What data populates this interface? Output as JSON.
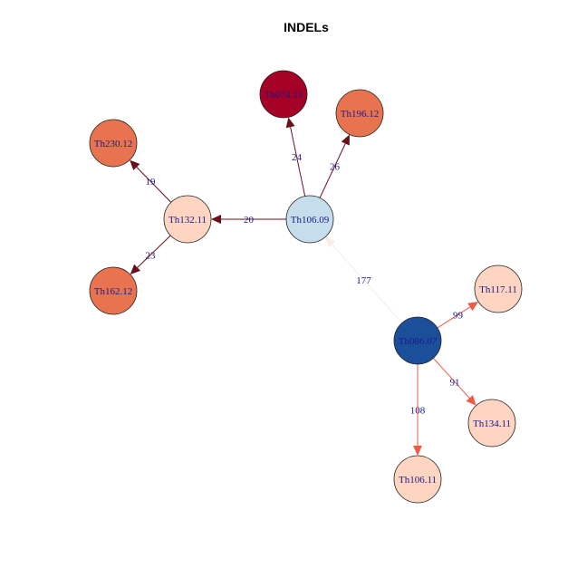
{
  "title": "INDELs",
  "nodes": [
    {
      "id": "Th074.13",
      "label": "Th074.13",
      "color": "#a50026"
    },
    {
      "id": "Th196.12",
      "label": "Th196.12",
      "color": "#e8734f"
    },
    {
      "id": "Th230.12",
      "label": "Th230.12",
      "color": "#e8734f"
    },
    {
      "id": "Th132.11",
      "label": "Th132.11",
      "color": "#fdd5c0"
    },
    {
      "id": "Th106.09",
      "label": "Th106.09",
      "color": "#c6ddec"
    },
    {
      "id": "Th162.12",
      "label": "Th162.12",
      "color": "#e8734f"
    },
    {
      "id": "Th117.11",
      "label": "Th117.11",
      "color": "#fdd5c0"
    },
    {
      "id": "Th086.07",
      "label": "Th086.07",
      "color": "#1b4f99"
    },
    {
      "id": "Th134.11",
      "label": "Th134.11",
      "color": "#fdd5c0"
    },
    {
      "id": "Th106.11",
      "label": "Th106.11",
      "color": "#fdd5c0"
    }
  ],
  "edges": [
    {
      "from": "Th106.09",
      "to": "Th074.13",
      "label": "24",
      "color": "#6b0f1a"
    },
    {
      "from": "Th106.09",
      "to": "Th196.12",
      "label": "26",
      "color": "#6b0f1a"
    },
    {
      "from": "Th106.09",
      "to": "Th132.11",
      "label": "20",
      "color": "#6b0f1a"
    },
    {
      "from": "Th132.11",
      "to": "Th230.12",
      "label": "19",
      "color": "#6b0f1a"
    },
    {
      "from": "Th132.11",
      "to": "Th162.12",
      "label": "23",
      "color": "#6b0f1a"
    },
    {
      "from": "Th086.07",
      "to": "Th106.09",
      "label": "177",
      "color": "#fbeaea"
    },
    {
      "from": "Th086.07",
      "to": "Th117.11",
      "label": "99",
      "color": "#ef5a45"
    },
    {
      "from": "Th086.07",
      "to": "Th134.11",
      "label": "91",
      "color": "#ef5a45"
    },
    {
      "from": "Th086.07",
      "to": "Th106.11",
      "label": "108",
      "color": "#ef5a45"
    }
  ]
}
